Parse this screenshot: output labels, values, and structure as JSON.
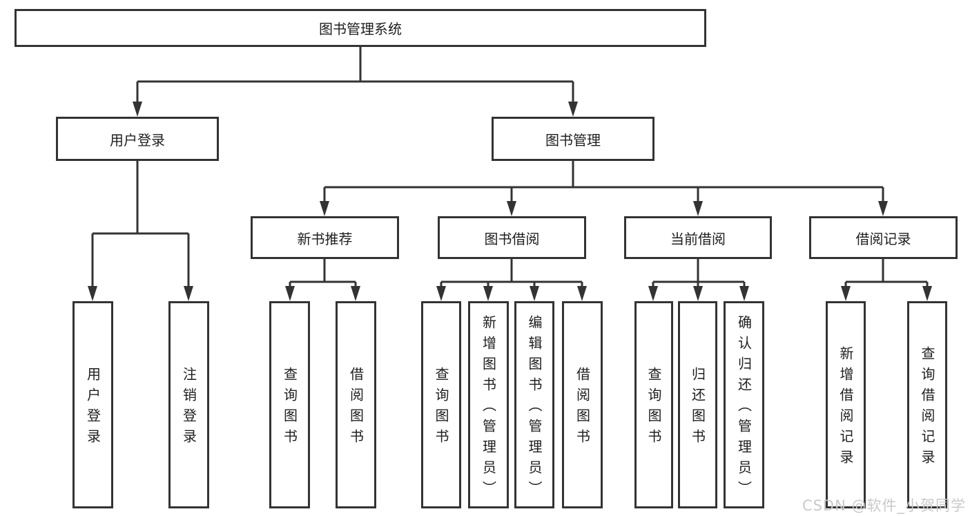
{
  "diagram": {
    "title": "图书管理系统",
    "branches": {
      "user_login": "用户登录",
      "book_mgmt": "图书管理"
    },
    "modules": {
      "new_books": "新书推荐",
      "book_borrow": "图书借阅",
      "current_borrow": "当前借阅",
      "borrow_records": "借阅记录"
    },
    "leaves": {
      "user_login": [
        "用户登录",
        "注销登录"
      ],
      "new_books": [
        "查询图书",
        "借阅图书"
      ],
      "book_borrow": [
        "查询图书",
        "新增图书（管理员）",
        "编辑图书（管理员）",
        "借阅图书"
      ],
      "current_borrow": [
        "查询图书",
        "归还图书",
        "确认归还（管理员）"
      ],
      "borrow_records": [
        "新增借阅记录",
        "查询借阅记录"
      ]
    }
  },
  "watermark": "CSDN @软件_小贺同学",
  "colors": {
    "line": "#333333",
    "box_border": "#333333",
    "text": "#1e1e1e",
    "watermark": "#c9c9c9",
    "background": "#ffffff"
  }
}
